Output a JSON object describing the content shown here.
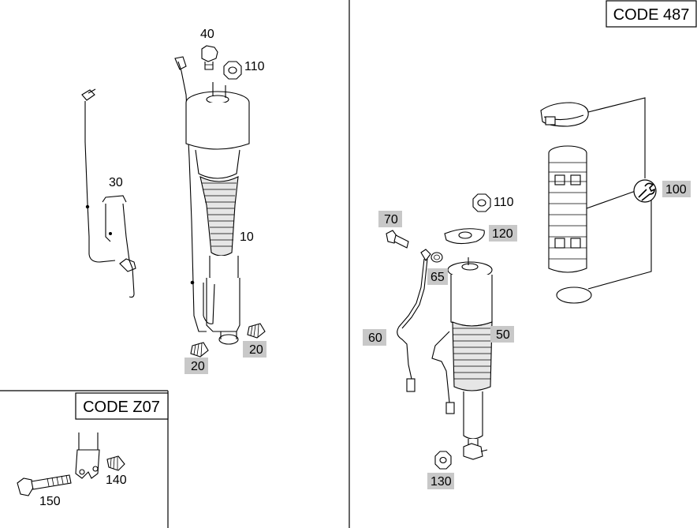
{
  "boxes": {
    "code_main": "CODE 487",
    "code_sub": "CODE Z07"
  },
  "callouts": {
    "c40": "40",
    "c110_top": "110",
    "c30": "30",
    "c10": "10",
    "c20_a": "20",
    "c20_b": "20",
    "c70": "70",
    "c110_mid": "110",
    "c120": "120",
    "c65": "65",
    "c50": "50",
    "c60": "60",
    "c100": "100",
    "c130": "130",
    "c150": "150",
    "c140": "140"
  },
  "colors": {
    "highlight": "#c8c8c8",
    "line": "#000000",
    "background": "#ffffff"
  },
  "icons": {
    "tool": "wrench-icon"
  }
}
